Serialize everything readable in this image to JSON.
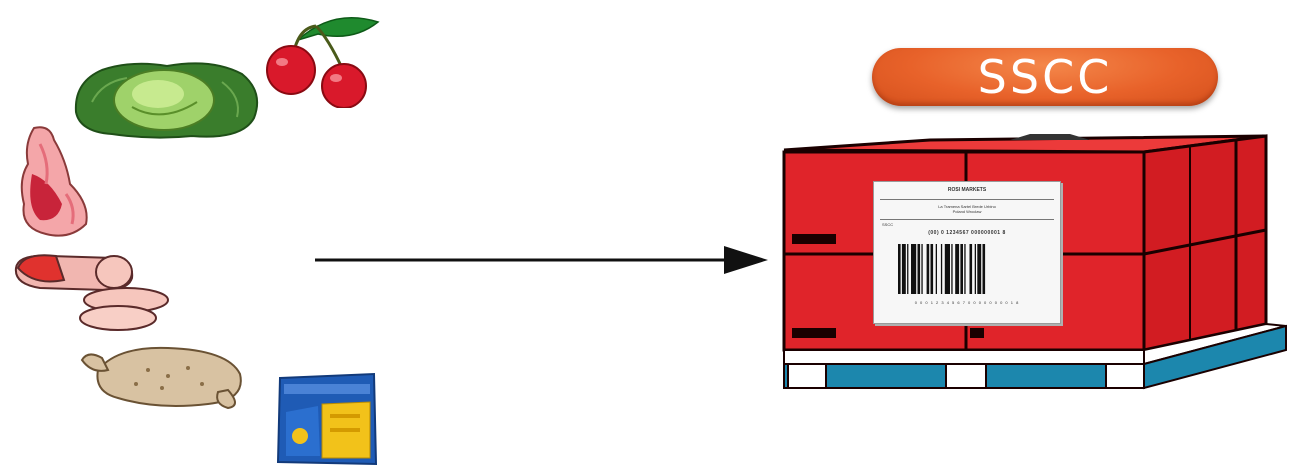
{
  "badge": {
    "label": "SSCC",
    "color": "#e8622a"
  },
  "shipping_label": {
    "title": "ROSI MARKETS",
    "address_line1": "La Tramena Sartel Brede Urbino",
    "address_line2": "Poland Wroclaw",
    "sscc_caption": "SSCC",
    "sscc_code": "(00) 0 1234567 000000001 8",
    "barcode_text": "0 0 0 1 2 3 4 5 6 7 0 0 0 0 0 0 0 0 1 8"
  },
  "icons": [
    "cherries-icon",
    "cabbage-icon",
    "meat-cut-icon",
    "sausage-icon",
    "raw-chicken-icon",
    "pasta-package-icon",
    "pallet-icon",
    "arrow-right-icon"
  ],
  "colors": {
    "pallet_red": "#e0242a",
    "pallet_base_blue": "#1c87ad",
    "arrow": "#111111"
  }
}
